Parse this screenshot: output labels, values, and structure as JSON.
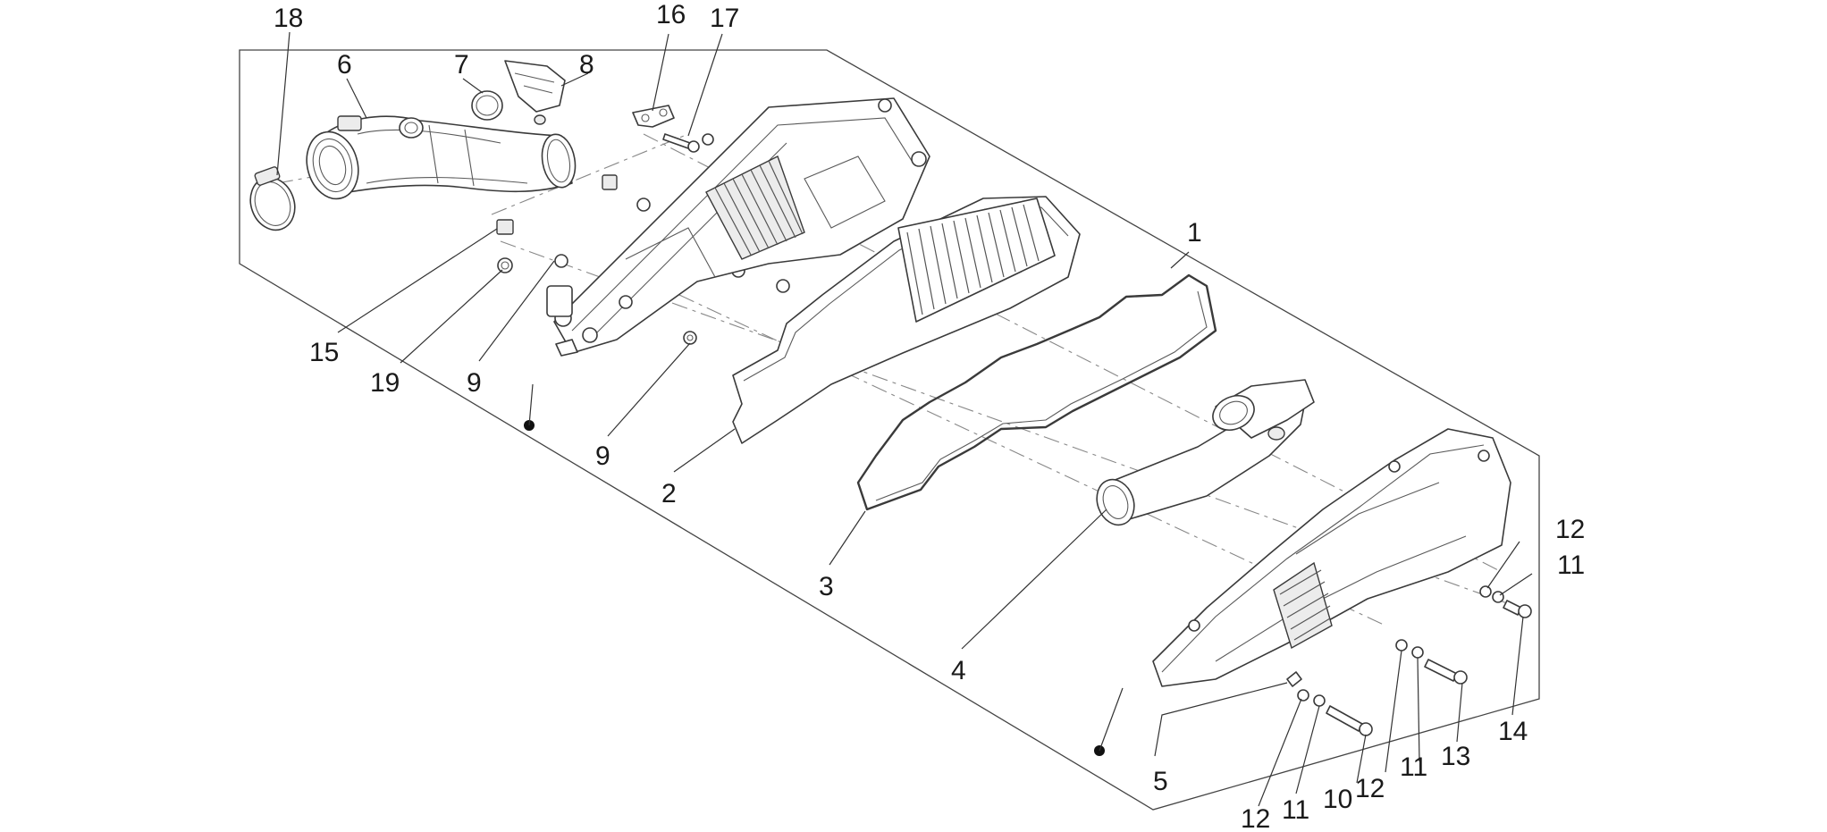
{
  "diagram": {
    "callouts": [
      {
        "id": "c18",
        "label": "18"
      },
      {
        "id": "c6",
        "label": "6"
      },
      {
        "id": "c7",
        "label": "7"
      },
      {
        "id": "c8",
        "label": "8"
      },
      {
        "id": "c16",
        "label": "16"
      },
      {
        "id": "c17",
        "label": "17"
      },
      {
        "id": "c1",
        "label": "1"
      },
      {
        "id": "c15",
        "label": "15"
      },
      {
        "id": "c19",
        "label": "19"
      },
      {
        "id": "c9a",
        "label": "9"
      },
      {
        "id": "c9b",
        "label": "9"
      },
      {
        "id": "c2",
        "label": "2"
      },
      {
        "id": "c3",
        "label": "3"
      },
      {
        "id": "c4",
        "label": "4"
      },
      {
        "id": "c5",
        "label": "5"
      },
      {
        "id": "c12a",
        "label": "12"
      },
      {
        "id": "c11a",
        "label": "11"
      },
      {
        "id": "c14",
        "label": "14"
      },
      {
        "id": "c13",
        "label": "13"
      },
      {
        "id": "c11b",
        "label": "11"
      },
      {
        "id": "c12b",
        "label": "12"
      },
      {
        "id": "c10",
        "label": "10"
      },
      {
        "id": "c11c",
        "label": "11"
      },
      {
        "id": "c12c",
        "label": "12"
      }
    ]
  }
}
